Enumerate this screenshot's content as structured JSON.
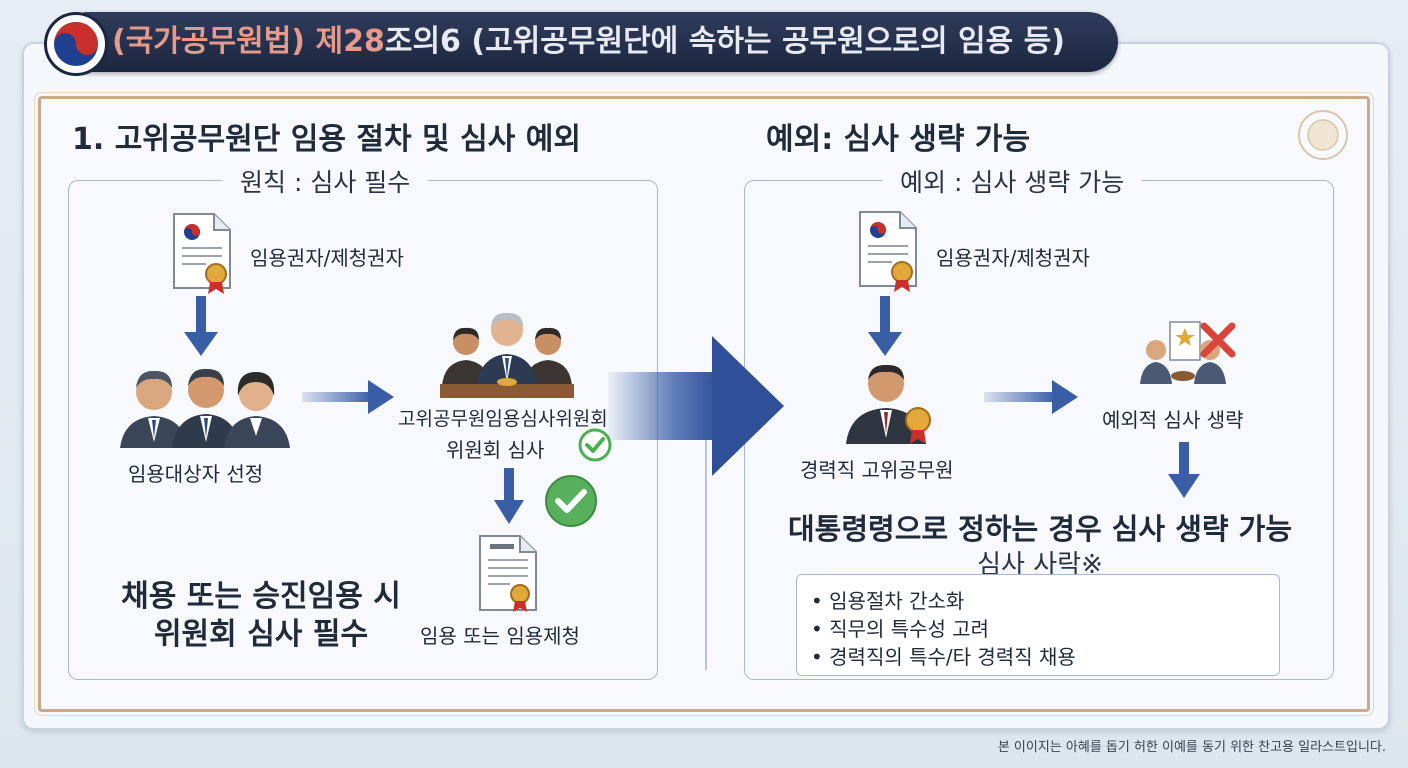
{
  "header": {
    "title_part1": "(국가공무원법)",
    "title_part2": "제28",
    "title_part3": "조의6 (고위공무원단에 속하는 공무원으로의 임용 등)"
  },
  "left": {
    "heading": "1. 고위공무원단 임용 절차 및 심사 예외",
    "panel_title": "원칙 : 심사 필수",
    "appointer_label": "임용권자/제청권자",
    "candidates_label": "임용대상자 선정",
    "committee_label": "고위공무원임용심사위원회",
    "review_label": "위원회 심사",
    "outcome_label": "임용 또는 임용제청",
    "summary_line1": "채용 또는 승진임용 시",
    "summary_line2": "위원회 심사 필수"
  },
  "right": {
    "heading": "예외: 심사 생략 가능",
    "panel_title": "예외 : 심사 생략 가능",
    "appointer_label": "임용권자/제청권자",
    "official_label": "경력직 고위공무원",
    "skip_label": "예외적 심사 생략",
    "decree_text": "대통령령으로 정하는 경우 심사 생략 가능",
    "garbled_text": "심사 사락※",
    "bullets": [
      "• 임용절차 간소화",
      "• 직무의 특수성 고려",
      "• 경력직의 특수/타 경력직 채용"
    ]
  },
  "footer": {
    "disclaimer": "본 이이지는 아혜를 돕기 허한 이예를 동기 위한 찬고용 일라스트입니다."
  },
  "icons": {
    "emblem": "taegeuk-emblem-icon",
    "document": "certificate-document-icon",
    "people": "candidates-group-icon",
    "committee": "committee-members-icon",
    "check": "check-circle-icon",
    "cross": "red-x-icon",
    "arrow": "blue-arrow-icon"
  },
  "colors": {
    "navy": "#1c2640",
    "arrow_blue": "#3a5ea6",
    "check_green": "#4caf50",
    "cross_red": "#d9453c",
    "frame_brown": "#c9a98a",
    "title_salmon": "#e59a8c"
  }
}
